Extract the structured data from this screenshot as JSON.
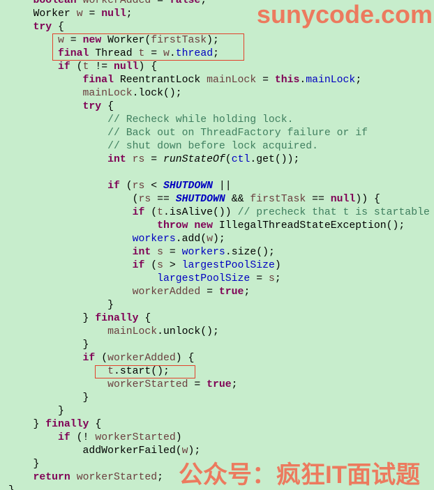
{
  "colors": {
    "background": "#c7edcc",
    "highlight_box": "#e2412a"
  },
  "watermarks": {
    "top": "sunycode.com",
    "bottom": "公众号：疯狂IT面试题",
    "color": "#ec7a5e"
  },
  "code": {
    "lines": [
      {
        "indent": 4,
        "tokens": [
          {
            "text": "boolean",
            "color": "#7f0055",
            "bold": true
          },
          {
            "text": " "
          },
          {
            "text": "workerAdded",
            "color": "#6a3e3e"
          },
          {
            "text": " = "
          },
          {
            "text": "false",
            "color": "#7f0055",
            "bold": true
          },
          {
            "text": ";"
          }
        ]
      },
      {
        "indent": 4,
        "tokens": [
          {
            "text": "Worker "
          },
          {
            "text": "w",
            "color": "#6a3e3e"
          },
          {
            "text": " = "
          },
          {
            "text": "null",
            "color": "#7f0055",
            "bold": true
          },
          {
            "text": ";"
          }
        ]
      },
      {
        "indent": 4,
        "tokens": [
          {
            "text": "try",
            "color": "#7f0055",
            "bold": true
          },
          {
            "text": " {"
          }
        ]
      },
      {
        "indent": 8,
        "tokens": [
          {
            "text": "w",
            "color": "#6a3e3e"
          },
          {
            "text": " = "
          },
          {
            "text": "new",
            "color": "#7f0055",
            "bold": true
          },
          {
            "text": " Worker("
          },
          {
            "text": "firstTask",
            "color": "#6a3e3e"
          },
          {
            "text": ");"
          }
        ]
      },
      {
        "indent": 8,
        "tokens": [
          {
            "text": "final",
            "color": "#7f0055",
            "bold": true
          },
          {
            "text": " Thread "
          },
          {
            "text": "t",
            "color": "#6a3e3e"
          },
          {
            "text": " = "
          },
          {
            "text": "w",
            "color": "#6a3e3e"
          },
          {
            "text": "."
          },
          {
            "text": "thread",
            "color": "#0000c0"
          },
          {
            "text": ";"
          }
        ]
      },
      {
        "indent": 8,
        "tokens": [
          {
            "text": "if",
            "color": "#7f0055",
            "bold": true
          },
          {
            "text": " ("
          },
          {
            "text": "t",
            "color": "#6a3e3e"
          },
          {
            "text": " != "
          },
          {
            "text": "null",
            "color": "#7f0055",
            "bold": true
          },
          {
            "text": ") {"
          }
        ]
      },
      {
        "indent": 12,
        "tokens": [
          {
            "text": "final",
            "color": "#7f0055",
            "bold": true
          },
          {
            "text": " ReentrantLock "
          },
          {
            "text": "mainLock",
            "color": "#6a3e3e"
          },
          {
            "text": " = "
          },
          {
            "text": "this",
            "color": "#7f0055",
            "bold": true
          },
          {
            "text": "."
          },
          {
            "text": "mainLock",
            "color": "#0000c0"
          },
          {
            "text": ";"
          }
        ]
      },
      {
        "indent": 12,
        "tokens": [
          {
            "text": "mainLock",
            "color": "#6a3e3e"
          },
          {
            "text": ".lock();"
          }
        ]
      },
      {
        "indent": 12,
        "tokens": [
          {
            "text": "try",
            "color": "#7f0055",
            "bold": true
          },
          {
            "text": " {"
          }
        ]
      },
      {
        "indent": 16,
        "tokens": [
          {
            "text": "// Recheck while holding lock.",
            "color": "#3f7f5f"
          }
        ]
      },
      {
        "indent": 16,
        "tokens": [
          {
            "text": "// Back out on ThreadFactory failure or if",
            "color": "#3f7f5f"
          }
        ]
      },
      {
        "indent": 16,
        "tokens": [
          {
            "text": "// shut down before lock acquired.",
            "color": "#3f7f5f"
          }
        ]
      },
      {
        "indent": 16,
        "tokens": [
          {
            "text": "int",
            "color": "#7f0055",
            "bold": true
          },
          {
            "text": " "
          },
          {
            "text": "rs",
            "color": "#6a3e3e"
          },
          {
            "text": " = "
          },
          {
            "text": "runStateOf",
            "italic": true
          },
          {
            "text": "("
          },
          {
            "text": "ctl",
            "color": "#0000c0"
          },
          {
            "text": ".get());"
          }
        ]
      },
      {
        "indent": 0,
        "tokens": []
      },
      {
        "indent": 16,
        "tokens": [
          {
            "text": "if",
            "color": "#7f0055",
            "bold": true
          },
          {
            "text": " ("
          },
          {
            "text": "rs",
            "color": "#6a3e3e"
          },
          {
            "text": " < "
          },
          {
            "text": "SHUTDOWN",
            "color": "#0000c0",
            "bold": true,
            "italic": true
          },
          {
            "text": " ||"
          }
        ]
      },
      {
        "indent": 20,
        "tokens": [
          {
            "text": "("
          },
          {
            "text": "rs",
            "color": "#6a3e3e"
          },
          {
            "text": " == "
          },
          {
            "text": "SHUTDOWN",
            "color": "#0000c0",
            "bold": true,
            "italic": true
          },
          {
            "text": " && "
          },
          {
            "text": "firstTask",
            "color": "#6a3e3e"
          },
          {
            "text": " == "
          },
          {
            "text": "null",
            "color": "#7f0055",
            "bold": true
          },
          {
            "text": ")) {"
          }
        ]
      },
      {
        "indent": 20,
        "tokens": [
          {
            "text": "if",
            "color": "#7f0055",
            "bold": true
          },
          {
            "text": " ("
          },
          {
            "text": "t",
            "color": "#6a3e3e"
          },
          {
            "text": ".isAlive()) "
          },
          {
            "text": "// precheck that t is startable",
            "color": "#3f7f5f"
          }
        ]
      },
      {
        "indent": 24,
        "tokens": [
          {
            "text": "throw",
            "color": "#7f0055",
            "bold": true
          },
          {
            "text": " "
          },
          {
            "text": "new",
            "color": "#7f0055",
            "bold": true
          },
          {
            "text": " IllegalThreadStateException();"
          }
        ]
      },
      {
        "indent": 20,
        "tokens": [
          {
            "text": "workers",
            "color": "#0000c0"
          },
          {
            "text": ".add("
          },
          {
            "text": "w",
            "color": "#6a3e3e"
          },
          {
            "text": ");"
          }
        ]
      },
      {
        "indent": 20,
        "tokens": [
          {
            "text": "int",
            "color": "#7f0055",
            "bold": true
          },
          {
            "text": " "
          },
          {
            "text": "s",
            "color": "#6a3e3e"
          },
          {
            "text": " = "
          },
          {
            "text": "workers",
            "color": "#0000c0"
          },
          {
            "text": ".size();"
          }
        ]
      },
      {
        "indent": 20,
        "tokens": [
          {
            "text": "if",
            "color": "#7f0055",
            "bold": true
          },
          {
            "text": " ("
          },
          {
            "text": "s",
            "color": "#6a3e3e"
          },
          {
            "text": " > "
          },
          {
            "text": "largestPoolSize",
            "color": "#0000c0"
          },
          {
            "text": ")"
          }
        ]
      },
      {
        "indent": 24,
        "tokens": [
          {
            "text": "largestPoolSize",
            "color": "#0000c0"
          },
          {
            "text": " = "
          },
          {
            "text": "s",
            "color": "#6a3e3e"
          },
          {
            "text": ";"
          }
        ]
      },
      {
        "indent": 20,
        "tokens": [
          {
            "text": "workerAdded",
            "color": "#6a3e3e"
          },
          {
            "text": " = "
          },
          {
            "text": "true",
            "color": "#7f0055",
            "bold": true
          },
          {
            "text": ";"
          }
        ]
      },
      {
        "indent": 16,
        "tokens": [
          {
            "text": "}"
          }
        ]
      },
      {
        "indent": 12,
        "tokens": [
          {
            "text": "} "
          },
          {
            "text": "finally",
            "color": "#7f0055",
            "bold": true
          },
          {
            "text": " {"
          }
        ]
      },
      {
        "indent": 16,
        "tokens": [
          {
            "text": "mainLock",
            "color": "#6a3e3e"
          },
          {
            "text": ".unlock();"
          }
        ]
      },
      {
        "indent": 12,
        "tokens": [
          {
            "text": "}"
          }
        ]
      },
      {
        "indent": 12,
        "tokens": [
          {
            "text": "if",
            "color": "#7f0055",
            "bold": true
          },
          {
            "text": " ("
          },
          {
            "text": "workerAdded",
            "color": "#6a3e3e"
          },
          {
            "text": ") {"
          }
        ]
      },
      {
        "indent": 16,
        "tokens": [
          {
            "text": "t",
            "color": "#6a3e3e"
          },
          {
            "text": ".start();"
          }
        ]
      },
      {
        "indent": 16,
        "tokens": [
          {
            "text": "workerStarted",
            "color": "#6a3e3e"
          },
          {
            "text": " = "
          },
          {
            "text": "true",
            "color": "#7f0055",
            "bold": true
          },
          {
            "text": ";"
          }
        ]
      },
      {
        "indent": 12,
        "tokens": [
          {
            "text": "}"
          }
        ]
      },
      {
        "indent": 8,
        "tokens": [
          {
            "text": "}"
          }
        ]
      },
      {
        "indent": 4,
        "tokens": [
          {
            "text": "} "
          },
          {
            "text": "finally",
            "color": "#7f0055",
            "bold": true
          },
          {
            "text": " {"
          }
        ]
      },
      {
        "indent": 8,
        "tokens": [
          {
            "text": "if",
            "color": "#7f0055",
            "bold": true
          },
          {
            "text": " (! "
          },
          {
            "text": "workerStarted",
            "color": "#6a3e3e"
          },
          {
            "text": ")"
          }
        ]
      },
      {
        "indent": 12,
        "tokens": [
          {
            "text": "addWorkerFailed("
          },
          {
            "text": "w",
            "color": "#6a3e3e"
          },
          {
            "text": ");"
          }
        ]
      },
      {
        "indent": 4,
        "tokens": [
          {
            "text": "}"
          }
        ]
      },
      {
        "indent": 4,
        "tokens": [
          {
            "text": "return",
            "color": "#7f0055",
            "bold": true
          },
          {
            "text": " "
          },
          {
            "text": "workerStarted",
            "color": "#6a3e3e"
          },
          {
            "text": ";"
          }
        ]
      },
      {
        "indent": 0,
        "tokens": [
          {
            "text": "}"
          }
        ]
      }
    ]
  }
}
